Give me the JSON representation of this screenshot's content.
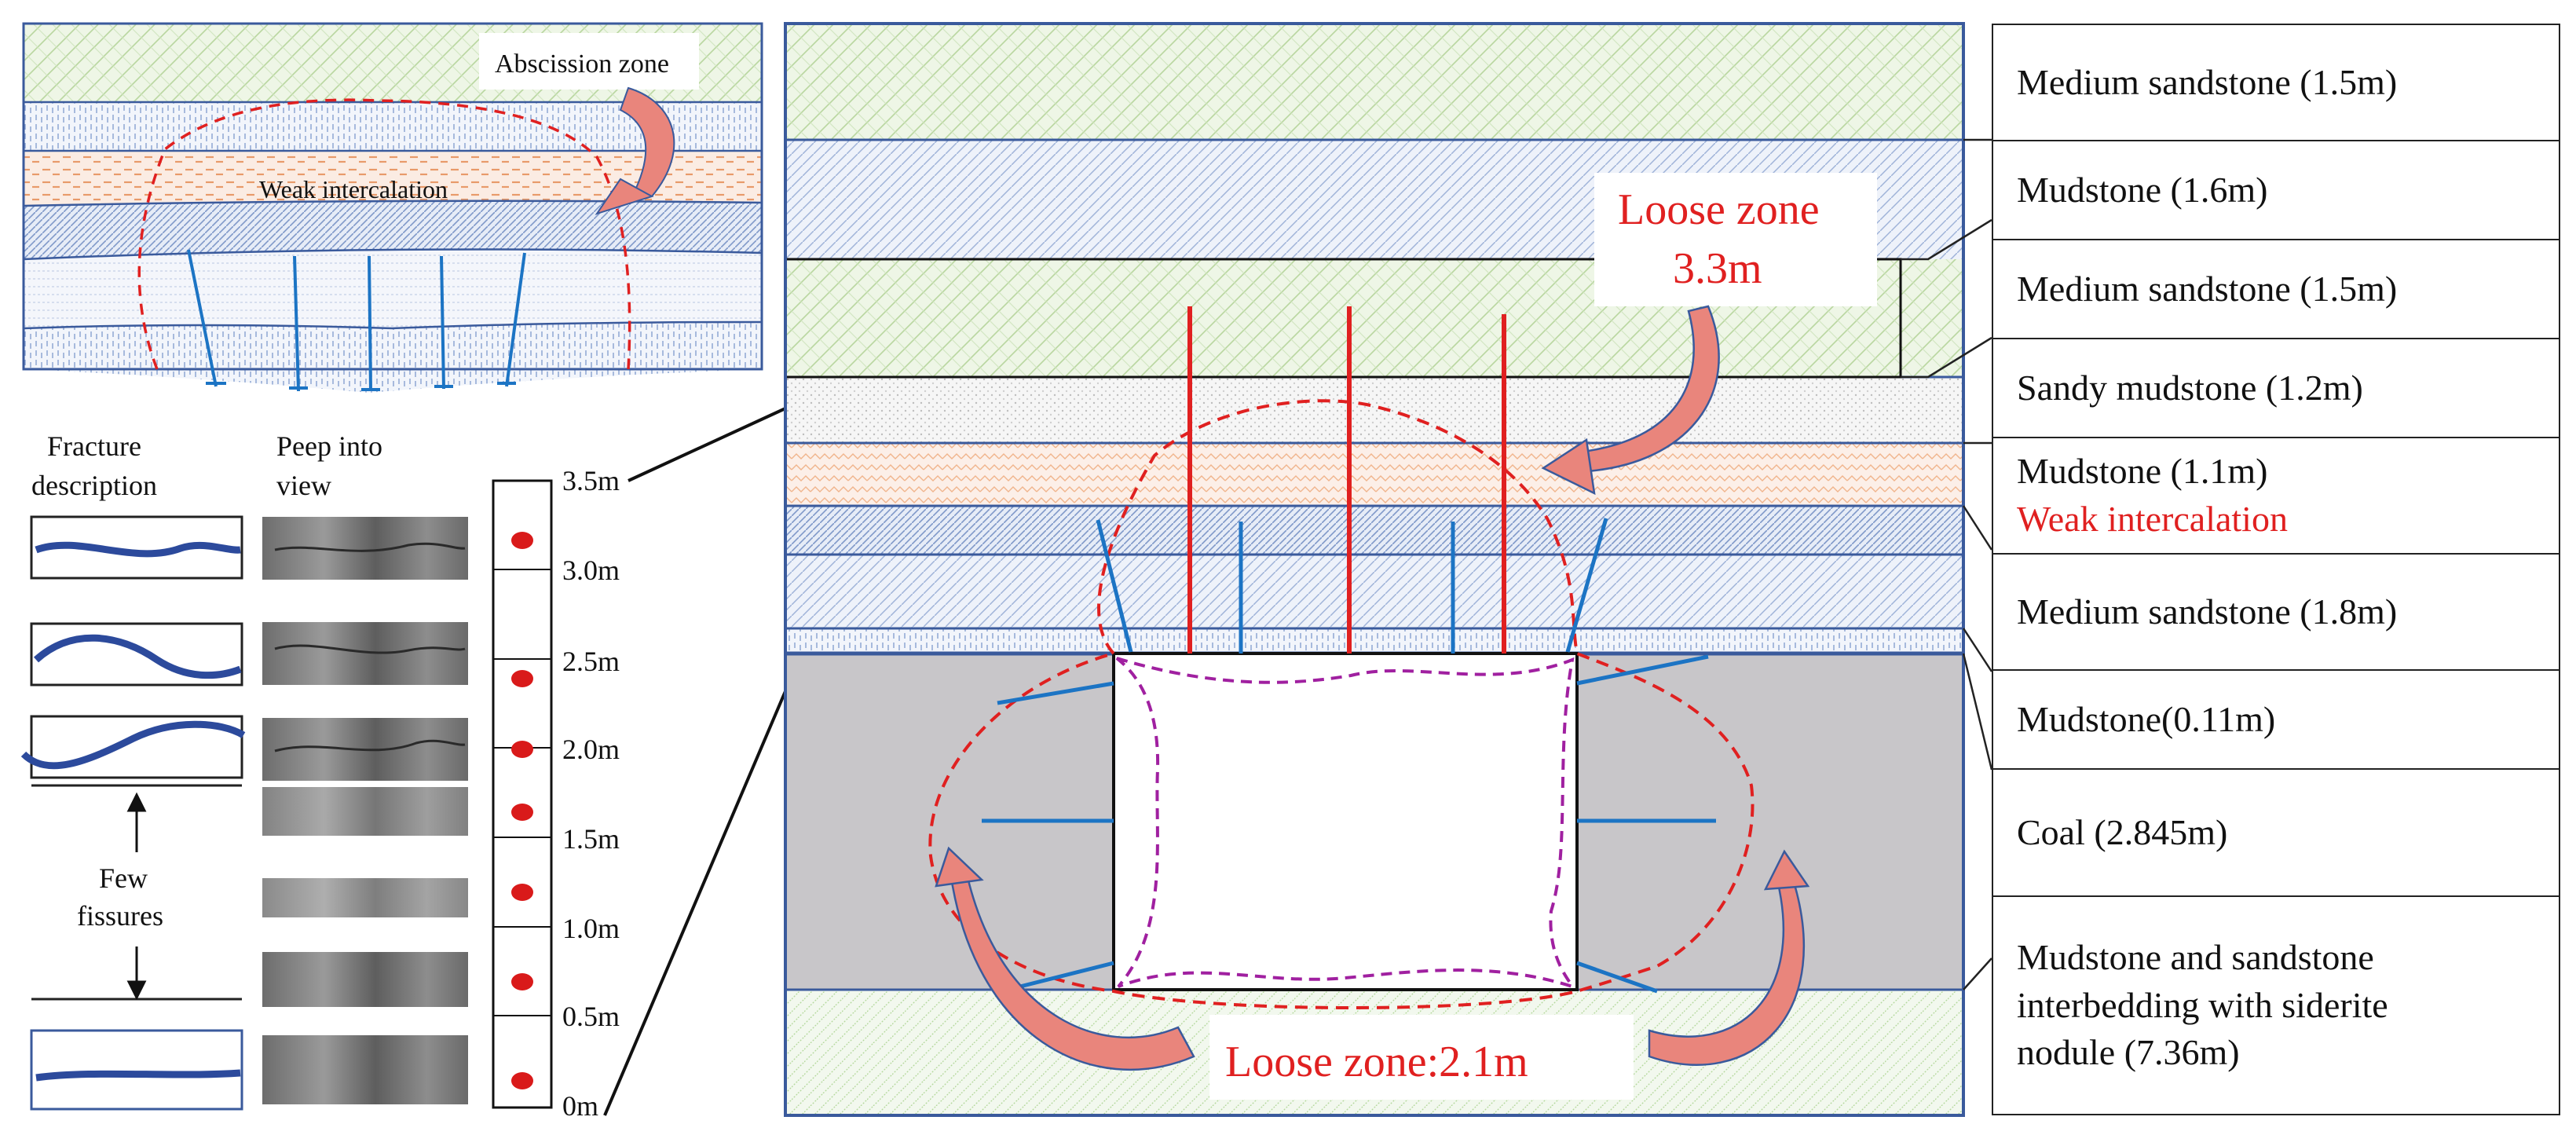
{
  "inset": {
    "abscission_label": "Abscission zone",
    "weak_label": "Weak intercalation"
  },
  "table": {
    "col_fracture": "Fracture description",
    "col_peep": "Peep into view",
    "few_fissures": "Few fissures",
    "depth_ticks": [
      "3.5m",
      "3.0m",
      "2.5m",
      "2.0m",
      "1.5m",
      "1.0m",
      "0.5m",
      "0m"
    ]
  },
  "section": {
    "loose_top_line1": "Loose zone",
    "loose_top_line2": "3.3m",
    "loose_bottom": "Loose zone:2.1m"
  },
  "layers": [
    {
      "name": "Medium sandstone (1.5m)"
    },
    {
      "name": "Mudstone (1.6m)"
    },
    {
      "name": "Medium sandstone (1.5m)"
    },
    {
      "name": "Sandy mudstone (1.2m)"
    },
    {
      "name": "Mudstone  (1.1m)",
      "note": "Weak intercalation"
    },
    {
      "name": "Medium sandstone  (1.8m)"
    },
    {
      "name": "Mudstone(0.11m)"
    },
    {
      "name": "Coal (2.845m)"
    },
    {
      "name": "Mudstone and sandstone",
      "name2": "interbedding with siderite",
      "name3": "nodule  (7.36m)"
    }
  ],
  "colors": {
    "frame_blue": "#3a5a9c",
    "red": "#e02020",
    "crack_blue": "#1c74c4",
    "purple": "#a020a0",
    "coal_gray": "#c8c6c9",
    "arrow_fill": "#e9857c"
  }
}
